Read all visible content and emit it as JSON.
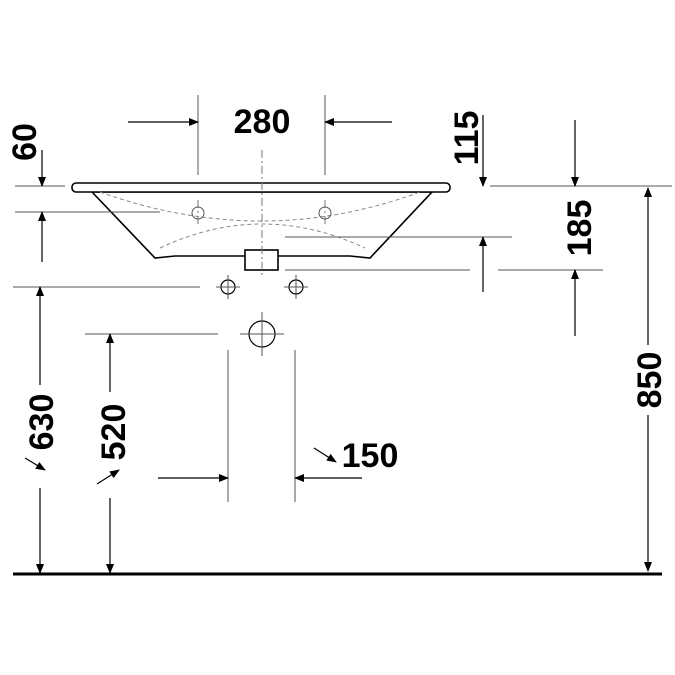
{
  "drawing": {
    "dimensions": {
      "tap_hole_spacing": "280",
      "rim_thickness": "60",
      "basin_depth_front": "115",
      "basin_depth_total": "185",
      "floor_to_holes": "630",
      "floor_to_waste": "520",
      "holes_spacing": "150",
      "floor_to_rim": "850"
    },
    "line_color": "#000000"
  }
}
